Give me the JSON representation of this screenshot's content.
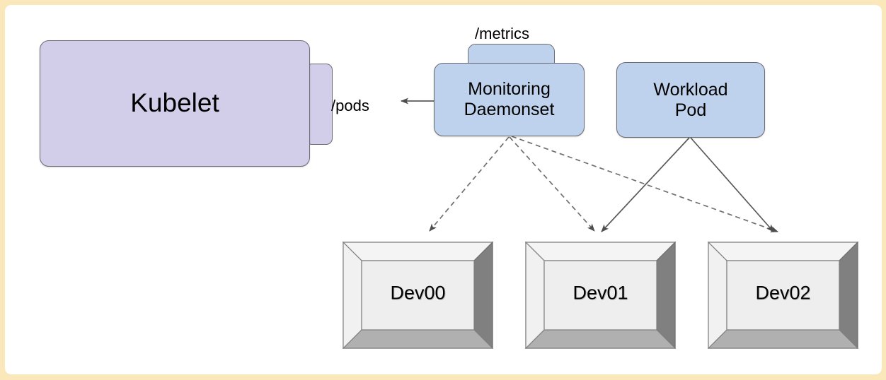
{
  "canvas": {
    "background": "#ffffff",
    "border_color": "#fbe8ba"
  },
  "palette": {
    "kubelet_fill": "#d2cde8",
    "pod_fill": "#bfd2ed",
    "node_stroke": "#6b6b72",
    "device_face": "#eeeeee",
    "device_top": "#f4f4f4",
    "device_right": "#808080",
    "device_bottom": "#b0b0b0",
    "edge_color": "#595959"
  },
  "nodes": {
    "kubelet": {
      "label": "Kubelet",
      "endpoint_label": "/pods"
    },
    "monitoring_daemonset": {
      "label": "Monitoring\nDaemonset",
      "endpoint_label": "/metrics"
    },
    "workload_pod": {
      "label": "Workload\nPod"
    },
    "devices": [
      {
        "label": "Dev00"
      },
      {
        "label": "Dev01"
      },
      {
        "label": "Dev02"
      }
    ]
  },
  "edges": [
    {
      "from": "monitoring-daemonset",
      "to": "kubelet-pods",
      "style": "solid",
      "arrow": "end"
    },
    {
      "from": "monitoring-daemonset",
      "to": "dev00",
      "style": "dashed",
      "arrow": "end"
    },
    {
      "from": "monitoring-daemonset",
      "to": "dev01",
      "style": "dashed",
      "arrow": "end"
    },
    {
      "from": "monitoring-daemonset",
      "to": "dev02",
      "style": "dashed",
      "arrow": "end"
    },
    {
      "from": "workload-pod",
      "to": "dev01",
      "style": "solid",
      "arrow": "end"
    },
    {
      "from": "workload-pod",
      "to": "dev02",
      "style": "solid",
      "arrow": "end"
    }
  ]
}
